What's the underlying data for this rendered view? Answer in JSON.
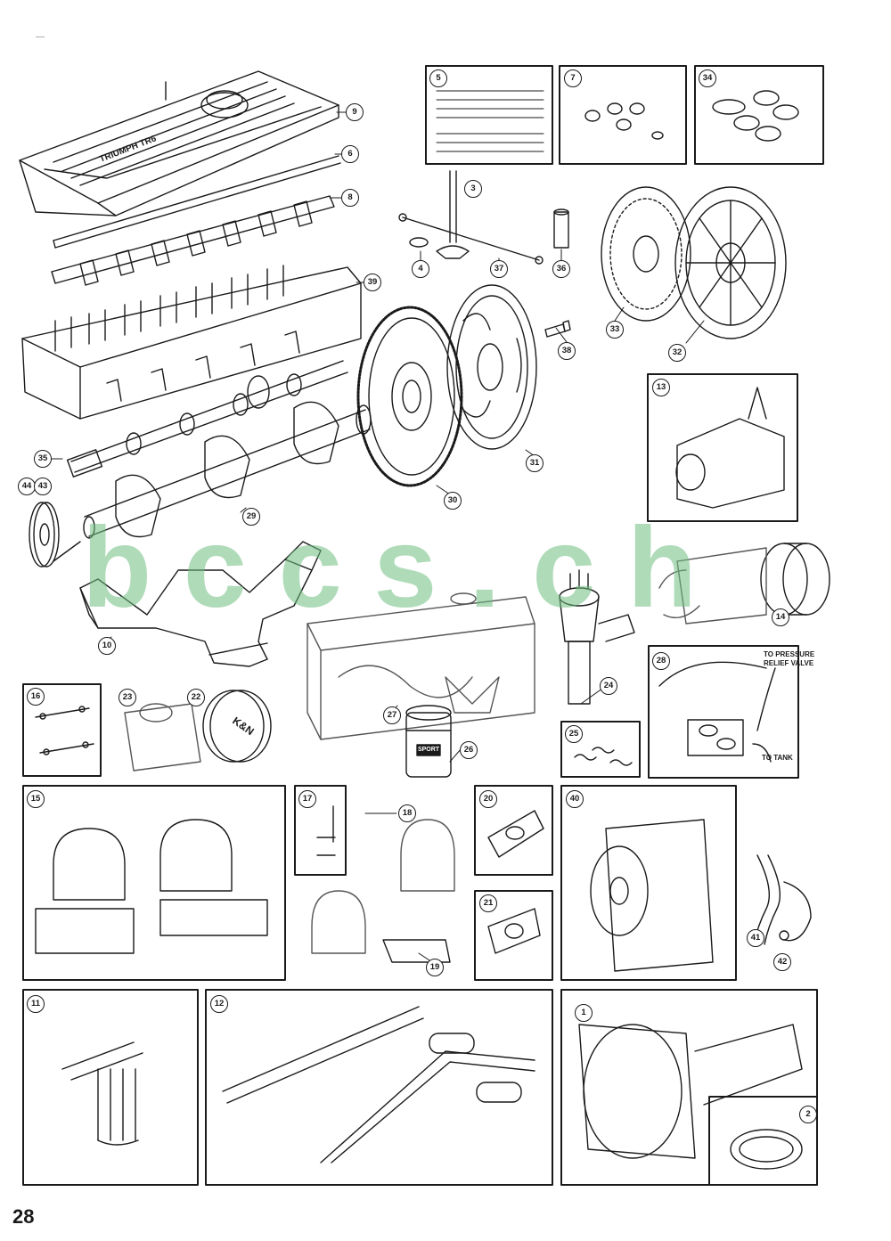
{
  "page": {
    "number": "28",
    "corner_mark": "—"
  },
  "watermark": "b c c s . c h",
  "engraved_text": {
    "valve_cover": "TRIUMPH TR6",
    "filter": "K&N",
    "coil": "SPORT"
  },
  "notes": {
    "pressure": "TO PRESSURE\nRELIEF VALVE",
    "tank": "TO TANK"
  },
  "callouts": [
    "1",
    "2",
    "3",
    "4",
    "5",
    "6",
    "7",
    "8",
    "9",
    "10",
    "11",
    "12",
    "13",
    "14",
    "15",
    "16",
    "17",
    "18",
    "19",
    "20",
    "21",
    "22",
    "23",
    "24",
    "25",
    "26",
    "27",
    "28",
    "29",
    "30",
    "31",
    "32",
    "33",
    "34",
    "35",
    "36",
    "37",
    "38",
    "39",
    "40",
    "41",
    "42",
    "43",
    "44"
  ],
  "colors": {
    "ink": "#1a1a1a",
    "watermark": "#6fbf80",
    "paper": "#ffffff"
  }
}
